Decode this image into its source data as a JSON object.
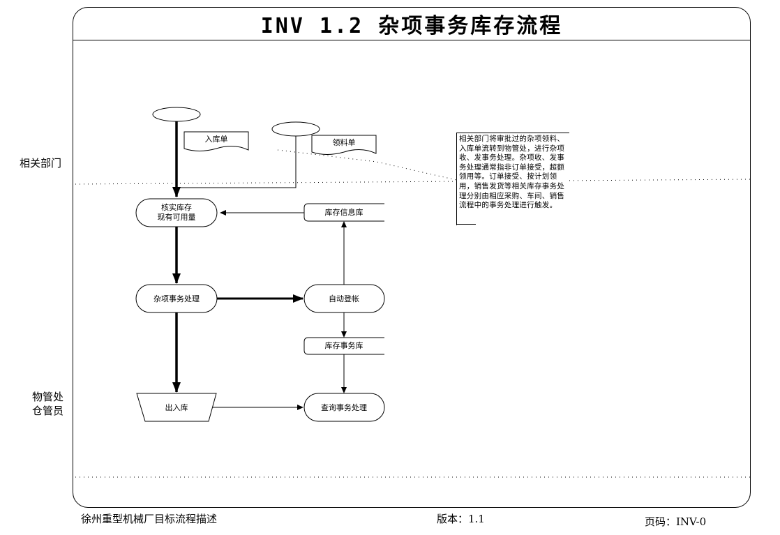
{
  "header": {
    "title": "INV 1.2 杂项事务库存流程"
  },
  "lanes": [
    {
      "label": "相关部门"
    },
    {
      "label_line1": "物管处",
      "label_line2": "仓管员"
    }
  ],
  "nodes": {
    "start_1": {
      "type": "ellipse",
      "label": ""
    },
    "start_2": {
      "type": "ellipse",
      "label": ""
    },
    "doc_inbound": {
      "type": "document",
      "label": "入库单"
    },
    "doc_requisition": {
      "type": "document",
      "label": "领料单"
    },
    "verify_stock": {
      "type": "terminator",
      "label_line1": "核实库存",
      "label_line2": "现有可用量"
    },
    "inventory_db": {
      "type": "datastore",
      "label": "库存信息库"
    },
    "misc_process": {
      "type": "terminator",
      "label": "杂项事务处理"
    },
    "auto_post": {
      "type": "terminator",
      "label": "自动登帐"
    },
    "transaction_db": {
      "type": "datastore",
      "label": "库存事务库"
    },
    "in_out_stock": {
      "type": "manual-operation",
      "label": "出入库"
    },
    "query_process": {
      "type": "terminator",
      "label": "查询事务处理"
    }
  },
  "edges": [
    {
      "from": "start_1",
      "to": "verify_stock",
      "weight": "bold"
    },
    {
      "from": "start_2",
      "to": "verify_stock",
      "weight": "normal"
    },
    {
      "from": "inventory_db",
      "to": "verify_stock",
      "weight": "normal"
    },
    {
      "from": "verify_stock",
      "to": "misc_process",
      "weight": "bold"
    },
    {
      "from": "misc_process",
      "to": "auto_post",
      "weight": "bold"
    },
    {
      "from": "auto_post",
      "to": "inventory_db",
      "weight": "normal"
    },
    {
      "from": "auto_post",
      "to": "transaction_db",
      "weight": "normal"
    },
    {
      "from": "transaction_db",
      "to": "query_process",
      "weight": "normal"
    },
    {
      "from": "misc_process",
      "to": "in_out_stock",
      "weight": "bold"
    },
    {
      "from": "in_out_stock",
      "to": "query_process",
      "weight": "normal"
    }
  ],
  "note": {
    "text": "相关部门将审批过的杂项领料、入库单流转到物管处，进行杂项收、发事务处理。杂项收、发事务处理通常指非订单接受，超额领用等。订单接受、按计划领用，销售发货等相关库存事务处理分别由相应采购、车间、销售流程中的事务处理进行触发。"
  },
  "footer": {
    "company": "徐州重型机械厂目标流程描述",
    "version": "版本：1.1",
    "page": "页码：INV-0"
  }
}
